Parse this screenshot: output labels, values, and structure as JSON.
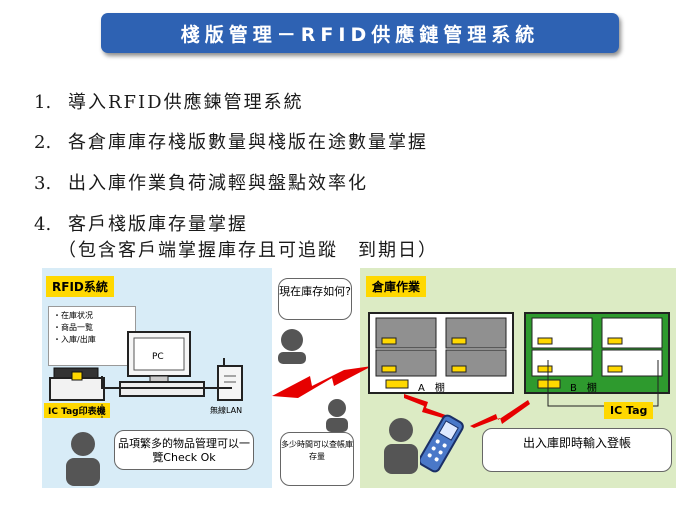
{
  "title": "棧版管理－RFID供應鏈管理系統",
  "items": [
    {
      "num": "1.",
      "text": "導入RFID供應鍊管理系統"
    },
    {
      "num": "2.",
      "text": "各倉庫庫存棧版數量與棧版在途數量掌握"
    },
    {
      "num": "3.",
      "text": "出入庫作業負荷減輕與盤點效率化"
    },
    {
      "num": "4.",
      "text": "客戶棧版庫存量掌握"
    }
  ],
  "item4_sub": "（包含客戶端掌握庫存且可追蹤　到期日）",
  "diagram": {
    "left_label": "RFID系統",
    "right_label": "倉庫作業",
    "checklist": [
      "・在庫状况",
      "・商品一覧",
      "・入庫/出庫"
    ],
    "pc_label": "PC",
    "printer_label": "IC Tag印表機",
    "lan_label": "無線LAN",
    "left_bubble": "品項繁多的物品管理可以一覽Check Ok",
    "mid_top_bubble": "現在庫存如何?",
    "mid_bottom_bubble": "多少時間可以查帳庫存量",
    "rack_a": "A　棚",
    "rack_b": "B　棚",
    "ic_tag": "IC Tag",
    "right_bubble": "出入庫即時輸入登帳"
  },
  "colors": {
    "title_bg": "#2e62b3",
    "left_panel": "#d8ecf7",
    "right_panel": "#dcebc4",
    "label_yellow": "#ffd800",
    "rack_b_green": "#2e9a2e",
    "signal_red": "#e60000"
  }
}
